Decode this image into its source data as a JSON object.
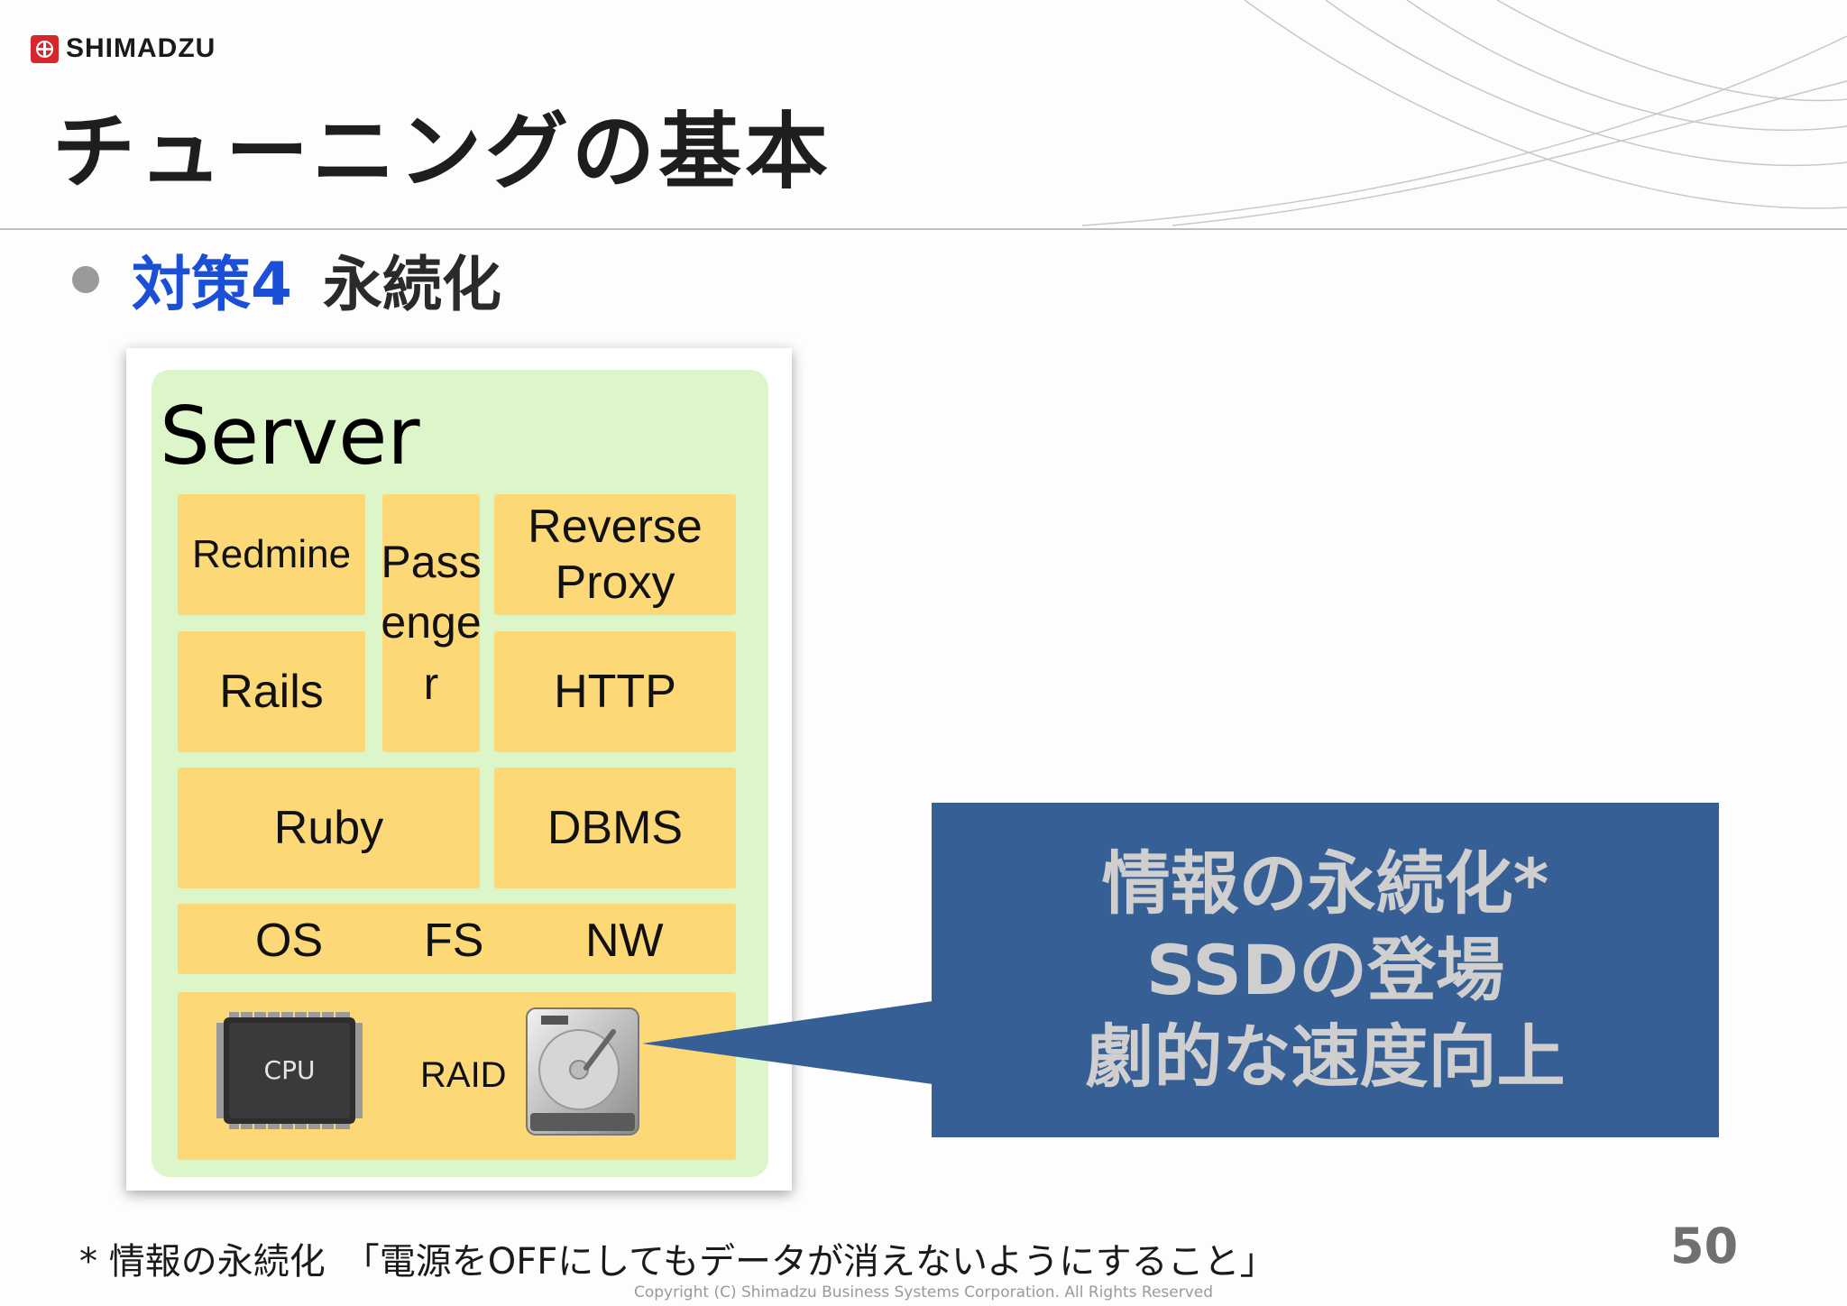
{
  "header": {
    "logo_text": "SHIMADZU",
    "title": "チューニングの基本"
  },
  "bullet": {
    "key": "対策4",
    "text": "永続化"
  },
  "server_diagram": {
    "server_label": "Server",
    "cells": {
      "redmine": "Redmine",
      "passenger": [
        "Pass",
        "enge",
        "r"
      ],
      "reverse_proxy": [
        "Reverse",
        "Proxy"
      ],
      "rails": "Rails",
      "http": "HTTP",
      "ruby": "Ruby",
      "dbms": "DBMS",
      "os": "OS",
      "fs": "FS",
      "nw": "NW",
      "raid": "RAID"
    },
    "cpu_label": "CPU",
    "icons": {
      "cpu": "cpu-chip-icon",
      "disk": "hard-disk-icon"
    }
  },
  "callout": {
    "lines": [
      "情報の永続化*",
      "SSDの登場",
      "劇的な速度向上"
    ]
  },
  "footnote": "* 情報の永続化　「電源をOFFにしてもデータが消えないようにすること」",
  "page_number": "50",
  "copyright": "Copyright (C) Shimadzu Business Systems Corporation. All Rights Reserved",
  "colors": {
    "accent_blue": "#1a4fd6",
    "callout_bg": "#365f95",
    "server_bg": "#ddf6c9",
    "cell_bg": "#fdd877",
    "logo_red": "#d8262d"
  }
}
